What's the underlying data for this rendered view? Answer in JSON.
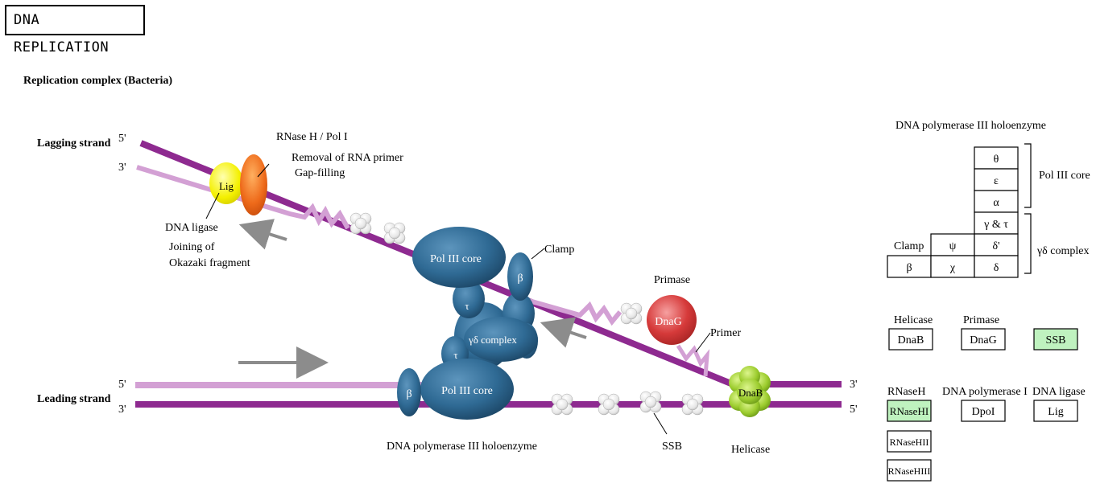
{
  "title": "DNA REPLICATION",
  "subtitle": "Replication complex (Bacteria)",
  "strands": {
    "lagging": "Lagging strand",
    "leading": "Leading strand",
    "five_prime": "5'",
    "three_prime": "3'"
  },
  "labels": {
    "rnaseh_pol1": "RNase H / Pol I",
    "removal": "Removal of RNA primer",
    "gap_filling": "Gap-filling",
    "dna_ligase": "DNA ligase",
    "joining": "Joining of",
    "okazaki": "Okazaki fragment",
    "clamp": "Clamp",
    "primase": "Primase",
    "primer": "Primer",
    "holoenzyme": "DNA polymerase III holoenzyme",
    "ssb": "SSB",
    "helicase": "Helicase"
  },
  "proteins": {
    "lig": "Lig",
    "pol3_core": "Pol III core",
    "beta": "β",
    "tau": "τ",
    "gamma_delta": "γδ complex",
    "dnag": "DnaG",
    "dnab": "DnaB"
  },
  "legend": {
    "holo_title": "DNA polymerase III holoenzyme",
    "theta": "θ",
    "epsilon": "ε",
    "alpha": "α",
    "gamma_tau": "γ & τ",
    "clamp": "Clamp",
    "psi": "ψ",
    "delta_prime": "δ'",
    "beta": "β",
    "chi": "χ",
    "delta": "δ",
    "pol3_core": "Pol III core",
    "gd_complex": "γδ complex",
    "helicase": "Helicase",
    "dnab": "DnaB",
    "primase": "Primase",
    "dnag": "DnaG",
    "ssb": "SSB",
    "rnaseh": "RNaseH",
    "rnasehi": "RNaseHI",
    "rnasehii": "RNaseHII",
    "rnasehiii": "RNaseHIII",
    "pol1": "DNA polymerase I",
    "dpoi": "DpoI",
    "ligase": "DNA ligase",
    "lig": "Lig"
  },
  "colors": {
    "strand_dark": "#8e2a90",
    "strand_light": "#d3a0d4",
    "protein_blue": "#2f6a94",
    "ligase_yellow": "#f4f000",
    "rnase_orange": "#ee6a1a",
    "primase_red": "#d63a3a",
    "helicase_green": "#9ccc2e",
    "highlight_green": "#bff2bf",
    "arrow_gray": "#8c8c8c"
  }
}
